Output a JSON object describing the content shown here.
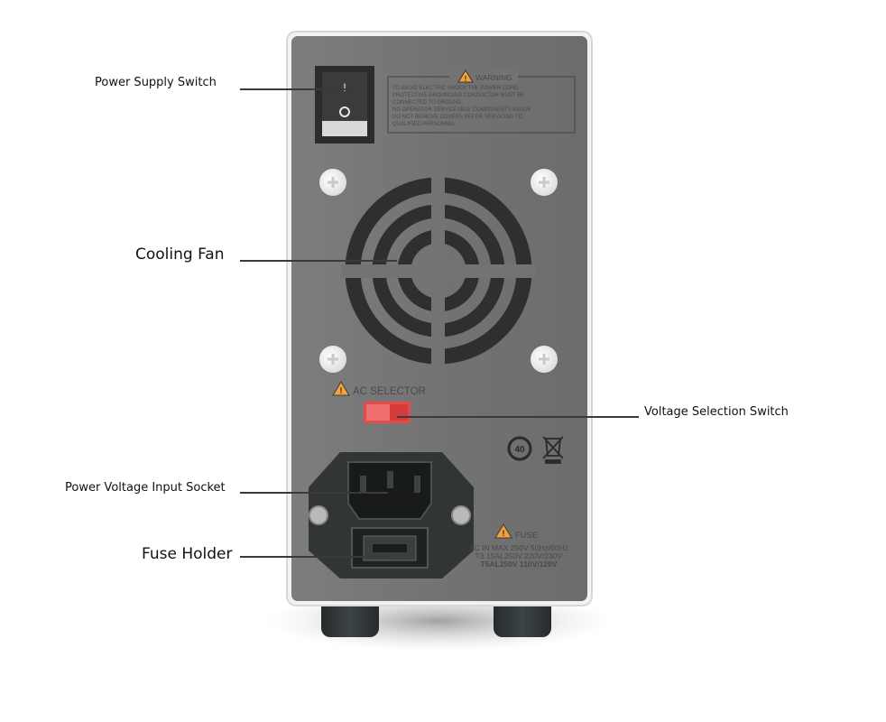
{
  "labels": {
    "power_switch": "Power Supply Switch",
    "cooling_fan": "Cooling Fan",
    "voltage_switch": "Voltage Selection Switch",
    "input_socket": "Power Voltage Input Socket",
    "fuse_holder": "Fuse Holder"
  },
  "switch": {
    "on_mark": "I",
    "off_mark": "O"
  },
  "warning": {
    "title": "WARNING",
    "lines": [
      "TO AVOID ELECTRIC SHOCK THE POWER CORD",
      "PROTECTIVE GROUNDING CONDUCTOR MUST BE",
      "CONNECTED TO GROUND",
      "NO OPERATOR SERVICEABLE COMPONENTS INSIDE",
      "DO NOT REMOVE COVERS REFER SERVICING TO",
      "QUALIFIED PERSONNEL"
    ]
  },
  "ac_selector": "AC SELECTOR",
  "eco_mark": "40",
  "fuse": {
    "title": "FUSE",
    "lines": [
      "AC IN MAX 250V 50Hz/60Hz",
      "T3  15AL250V  220V/230V",
      "T5AL250V  110V/120V"
    ]
  },
  "colors": {
    "panel": "#737373",
    "fan": "#2f2f30",
    "selector": "#e84a4a",
    "warning_fill": "#f2a33a",
    "leader": "#3a3a3a"
  }
}
